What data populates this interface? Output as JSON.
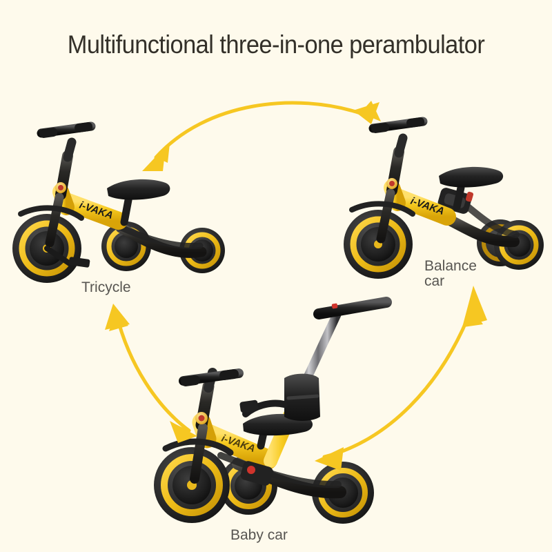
{
  "page": {
    "title": "Multifunctional three-in-one perambulator",
    "background_color": "#fefaec",
    "title_color": "#333029",
    "accent_color": "#f6c722"
  },
  "labels": {
    "tricycle": "Tricycle",
    "balance_car": "Balance\ncar",
    "baby_car": "Baby car"
  },
  "products": [
    {
      "id": "tricycle",
      "label": "Tricycle",
      "brand": "i-VAKA",
      "frame_color": "#f5c518",
      "wheel_rim_color": "#e8b81c",
      "tire_color": "#2c2c2c",
      "wheels": 3,
      "has_push_handle": false,
      "has_backrest": false
    },
    {
      "id": "balance-car",
      "label": "Balance car",
      "brand": "i-VAKA",
      "frame_color": "#f5c518",
      "wheel_rim_color": "#e8b81c",
      "tire_color": "#2c2c2c",
      "wheels": 3,
      "has_push_handle": false,
      "has_backrest": false
    },
    {
      "id": "baby-car",
      "label": "Baby car",
      "brand": "i-VAKA",
      "frame_color": "#f5c518",
      "wheel_rim_color": "#e8b81c",
      "tire_color": "#2c2c2c",
      "wheels": 3,
      "has_push_handle": true,
      "has_backrest": true
    }
  ],
  "arrows": [
    {
      "id": "arrow-top",
      "from": "tricycle",
      "to": "balance-car",
      "double_headed": true,
      "color": "#f6c722"
    },
    {
      "id": "arrow-left",
      "from": "baby-car",
      "to": "tricycle",
      "double_headed": true,
      "color": "#f6c722"
    },
    {
      "id": "arrow-right",
      "from": "baby-car",
      "to": "balance-car",
      "double_headed": true,
      "color": "#f6c722"
    }
  ]
}
